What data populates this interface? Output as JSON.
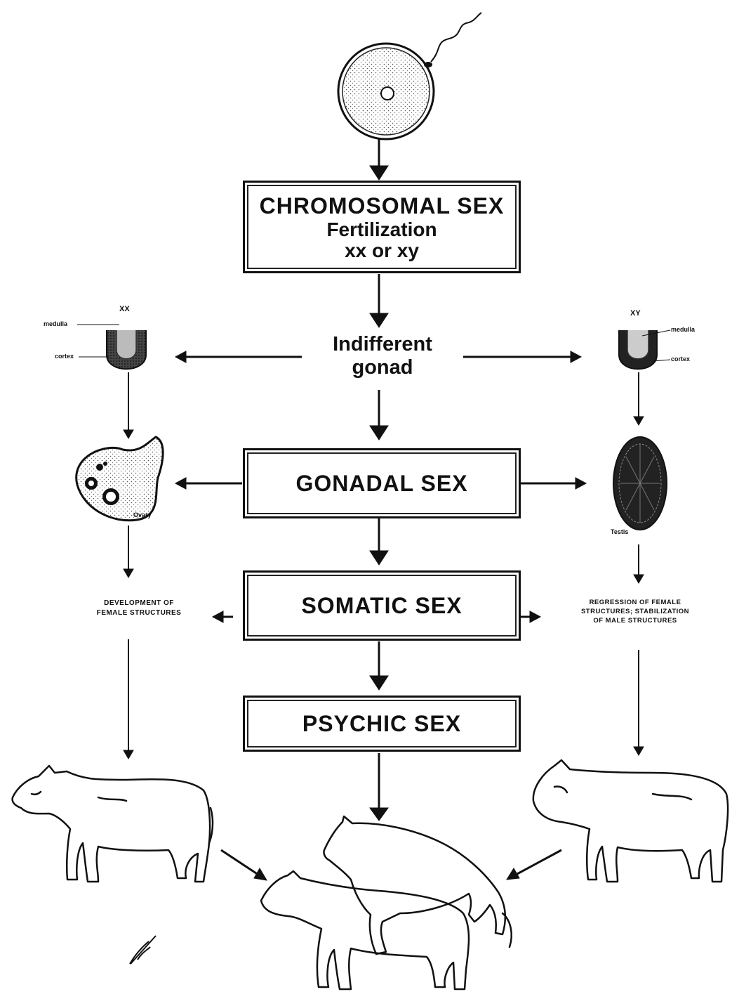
{
  "boxes": {
    "chromosomal": {
      "title": "CHROMOSOMAL SEX",
      "line2": "Fertilization",
      "line3": "xx or xy"
    },
    "gonadal": {
      "title": "GONADAL SEX"
    },
    "somatic": {
      "title": "SOMATIC SEX"
    },
    "psychic": {
      "title": "PSYCHIC SEX"
    }
  },
  "indifferent_gonad": {
    "line1": "Indifferent",
    "line2": "gonad"
  },
  "left": {
    "karyotype": "XX",
    "medulla": "medulla",
    "cortex": "cortex",
    "ovary": "Ovary",
    "development_line1": "DEVELOPMENT OF",
    "development_line2": "FEMALE STRUCTURES"
  },
  "right": {
    "karyotype": "XY",
    "medulla": "medulla",
    "cortex": "cortex",
    "testis": "Testis",
    "regression_line1": "REGRESSION OF FEMALE",
    "regression_line2": "STRUCTURES; STABILIZATION",
    "regression_line3": "OF MALE STRUCTURES"
  },
  "colors": {
    "ink": "#111111",
    "background": "#ffffff"
  }
}
